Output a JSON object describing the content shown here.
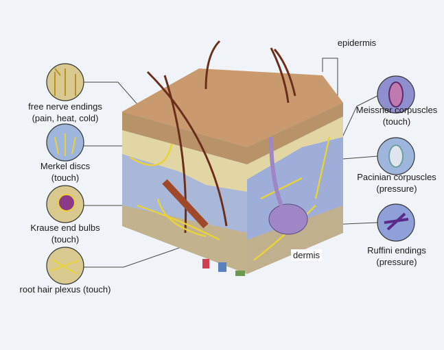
{
  "labels": {
    "free_nerve": {
      "name": "free nerve endings",
      "note": "(pain, heat, cold)"
    },
    "merkel": {
      "name": "Merkel discs",
      "note": "(touch)"
    },
    "krause": {
      "name": "Krause end bulbs",
      "note": "(touch)"
    },
    "root_hair": {
      "name": "root hair plexus (touch)"
    },
    "epidermis": "epidermis",
    "meissner": {
      "name": "Meissner corpuscles",
      "note": "(touch)"
    },
    "pacinian": {
      "name": "Pacinian corpuscles",
      "note": "(pressure)"
    },
    "ruffini": {
      "name": "Ruffini endings",
      "note": "(pressure)"
    },
    "dermis": "dermis"
  },
  "colors": {
    "background": "#f0f4f8",
    "nerve": "#e8d23a",
    "dermis": "#9eb0d6",
    "epidermis": "#c99a6e",
    "fat": "#c9b07a",
    "hair": "#6b2e1a"
  }
}
